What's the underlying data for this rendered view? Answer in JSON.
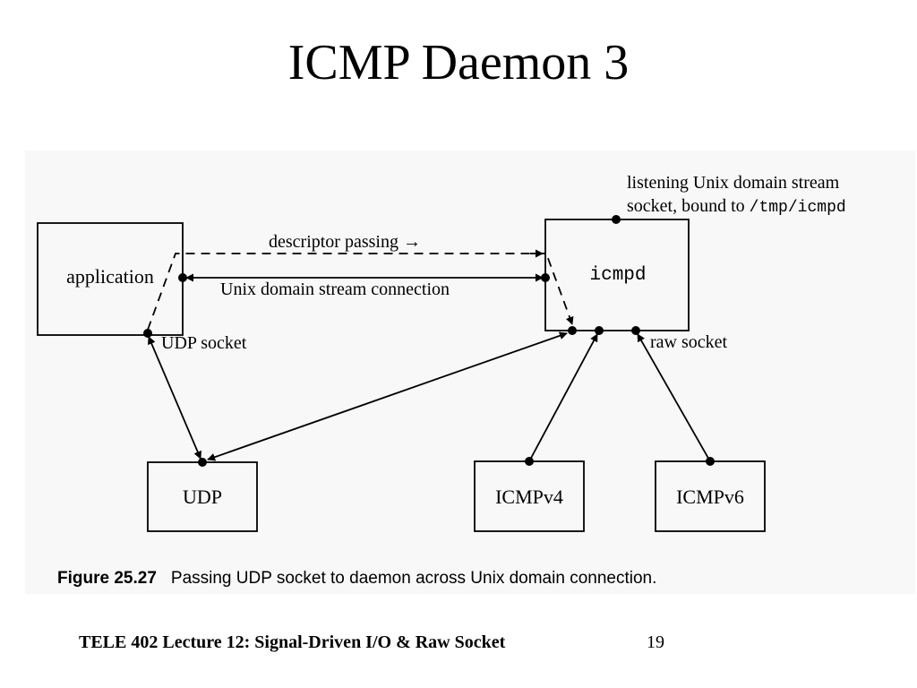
{
  "slide": {
    "title": "ICMP Daemon 3",
    "footer": "TELE 402 Lecture 12: Signal-Driven I/O & Raw Socket",
    "page_number": "19"
  },
  "figure": {
    "boxes": {
      "application": "application",
      "icmpd": "icmpd",
      "udp": "UDP",
      "icmpv4": "ICMPv4",
      "icmpv6": "ICMPv6"
    },
    "labels": {
      "descriptor_passing": "descriptor passing →",
      "unix_stream_connection": "Unix domain stream connection",
      "listening_line1": "listening Unix domain stream",
      "listening_line2_prefix": "socket, bound to ",
      "listening_path": "/tmp/icmpd",
      "udp_socket": "UDP socket",
      "raw_socket": "raw socket"
    },
    "caption": {
      "number": "Figure 25.27",
      "text": "Passing UDP socket to daemon across Unix domain connection."
    }
  }
}
